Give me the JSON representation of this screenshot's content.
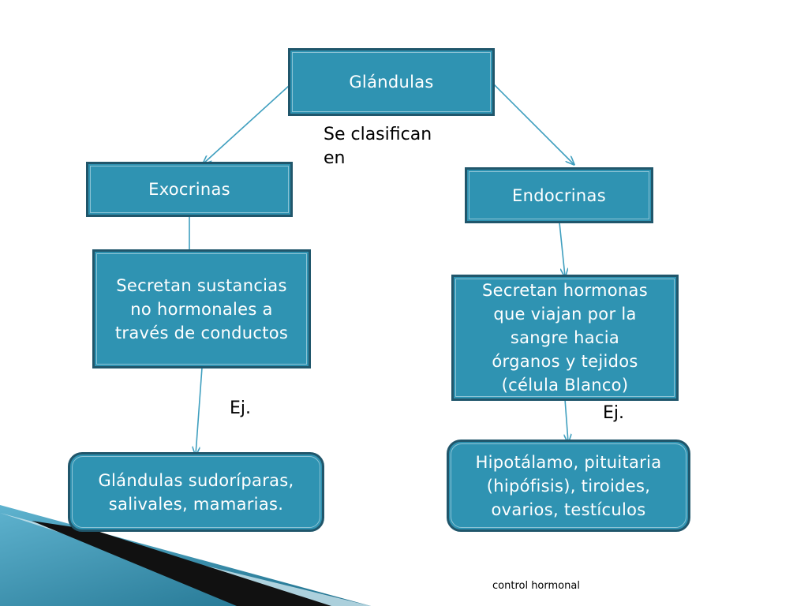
{
  "slide": {
    "nodes": {
      "glandulas": "Glándulas",
      "exocrinas": "Exocrinas",
      "endocrinas": "Endocrinas",
      "exo_desc": "Secretan sustancias\nno hormonales a\ntravés de conductos",
      "endo_desc": "Secretan hormonas\nque viajan por la\nsangre hacia\nórganos y tejidos\n(célula Blanco)",
      "exo_example": "Glándulas sudoríparas,\nsalivales, mamarias.",
      "endo_example": "Hipotálamo, pituitaria\n(hipófisis), tiroides,\novarios, testículos"
    },
    "labels": {
      "classification": "Se clasifican\nen",
      "example_left": "Ej.",
      "example_right": "Ej."
    },
    "footer": "control hormonal"
  },
  "colors": {
    "node_fill": "#2f93b2",
    "node_border": "#20566b",
    "connector": "#3f9fbf"
  }
}
